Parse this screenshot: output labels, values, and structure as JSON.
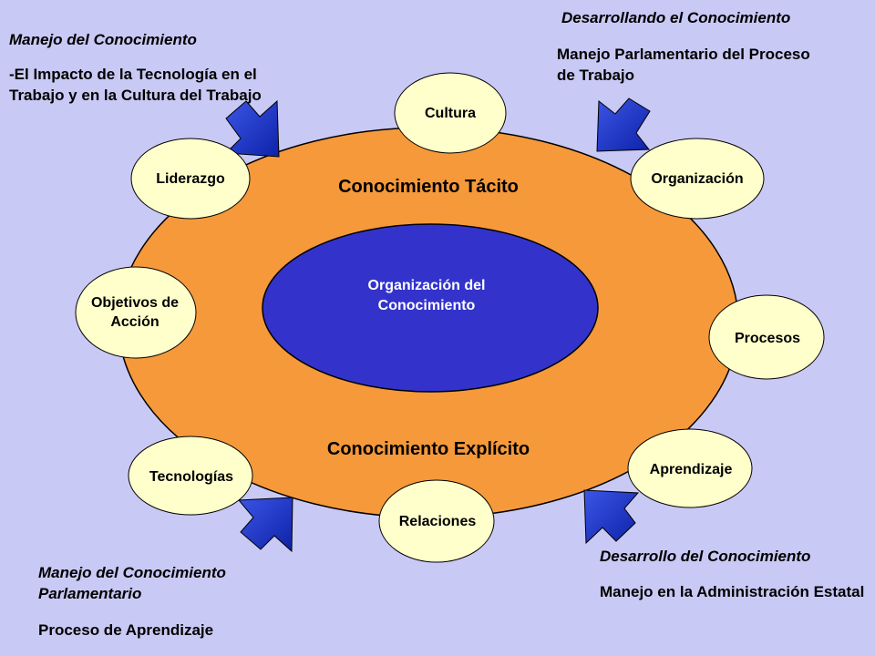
{
  "center": {
    "title": "Organización del Conocimiento"
  },
  "band_top": "Conocimiento Tácito",
  "band_bottom": "Conocimiento Explícito",
  "nodes": [
    {
      "label": "Cultura"
    },
    {
      "label": "Organización"
    },
    {
      "label": "Procesos"
    },
    {
      "label": "Aprendizaje"
    },
    {
      "label": "Relaciones"
    },
    {
      "label": "Tecnologías"
    },
    {
      "label": "Objetivos de Acción"
    },
    {
      "label": "Liderazgo"
    }
  ],
  "corners": {
    "top_left": {
      "heading": "Manejo del Conocimiento",
      "body": "-El Impacto de la Tecnología en el Trabajo y en la Cultura del Trabajo"
    },
    "top_right": {
      "heading": "Desarrollando el Conocimiento",
      "body": "Manejo Parlamentario del Proceso de Trabajo"
    },
    "bottom_left": {
      "heading": "Manejo del Conocimiento Parlamentario",
      "body": "Proceso de Aprendizaje"
    },
    "bottom_right": {
      "heading": "Desarrollo del Conocimiento",
      "body": "Manejo en la Administración Estatal"
    }
  },
  "colors": {
    "background": "#c9c9f5",
    "outer_ellipse": "#f5993a",
    "inner_ellipse": "#3333cc",
    "node_fill": "#ffffcc",
    "arrow_fill": "#1a35cc"
  }
}
